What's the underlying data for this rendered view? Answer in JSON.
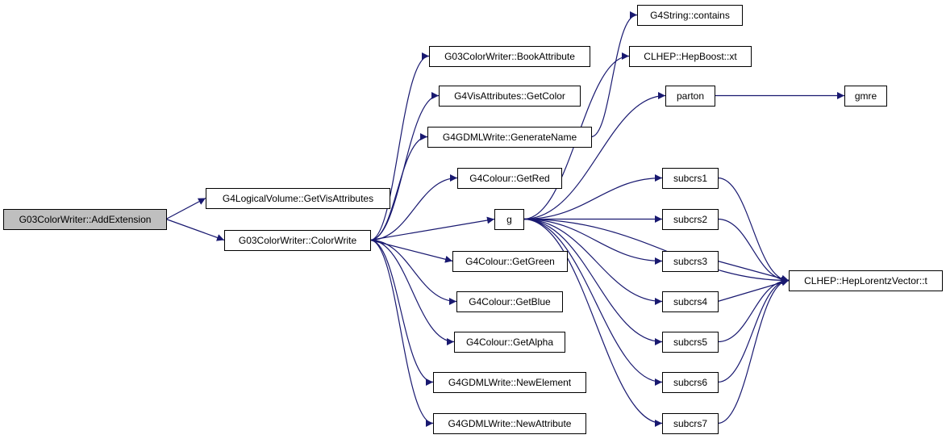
{
  "colors": {
    "edge": "#191970",
    "node_fill": "#ffffff",
    "root_fill": "#bfbfbf",
    "border": "#000000",
    "text": "#000000"
  },
  "nodes": [
    {
      "id": "root",
      "label": "G03ColorWriter::AddExtension",
      "root": true
    },
    {
      "id": "getvis",
      "label": "G4LogicalVolume::GetVisAttributes"
    },
    {
      "id": "colorwrite",
      "label": "G03ColorWriter::ColorWrite"
    },
    {
      "id": "book",
      "label": "G03ColorWriter::BookAttribute"
    },
    {
      "id": "getcolor",
      "label": "G4VisAttributes::GetColor"
    },
    {
      "id": "genname",
      "label": "G4GDMLWrite::GenerateName"
    },
    {
      "id": "getred",
      "label": "G4Colour::GetRed"
    },
    {
      "id": "g",
      "label": "g"
    },
    {
      "id": "getgreen",
      "label": "G4Colour::GetGreen"
    },
    {
      "id": "getblue",
      "label": "G4Colour::GetBlue"
    },
    {
      "id": "getalpha",
      "label": "G4Colour::GetAlpha"
    },
    {
      "id": "newelem",
      "label": "G4GDMLWrite::NewElement"
    },
    {
      "id": "newattr",
      "label": "G4GDMLWrite::NewAttribute"
    },
    {
      "id": "contains",
      "label": "G4String::contains"
    },
    {
      "id": "xt",
      "label": "CLHEP::HepBoost::xt"
    },
    {
      "id": "parton",
      "label": "parton"
    },
    {
      "id": "gmre",
      "label": "gmre"
    },
    {
      "id": "subcrs1",
      "label": "subcrs1"
    },
    {
      "id": "subcrs2",
      "label": "subcrs2"
    },
    {
      "id": "subcrs3",
      "label": "subcrs3"
    },
    {
      "id": "subcrs4",
      "label": "subcrs4"
    },
    {
      "id": "subcrs5",
      "label": "subcrs5"
    },
    {
      "id": "subcrs6",
      "label": "subcrs6"
    },
    {
      "id": "subcrs7",
      "label": "subcrs7"
    },
    {
      "id": "lorentz",
      "label": "CLHEP::HepLorentzVector::t"
    }
  ],
  "edges": [
    {
      "from": "root",
      "to": "getvis"
    },
    {
      "from": "root",
      "to": "colorwrite"
    },
    {
      "from": "colorwrite",
      "to": "book"
    },
    {
      "from": "colorwrite",
      "to": "getcolor"
    },
    {
      "from": "colorwrite",
      "to": "genname"
    },
    {
      "from": "colorwrite",
      "to": "getred"
    },
    {
      "from": "colorwrite",
      "to": "g"
    },
    {
      "from": "colorwrite",
      "to": "getgreen"
    },
    {
      "from": "colorwrite",
      "to": "getblue"
    },
    {
      "from": "colorwrite",
      "to": "getalpha"
    },
    {
      "from": "colorwrite",
      "to": "newelem"
    },
    {
      "from": "colorwrite",
      "to": "newattr"
    },
    {
      "from": "genname",
      "to": "contains"
    },
    {
      "from": "g",
      "to": "xt"
    },
    {
      "from": "g",
      "to": "parton"
    },
    {
      "from": "g",
      "to": "lorentz"
    },
    {
      "from": "g",
      "to": "subcrs1"
    },
    {
      "from": "g",
      "to": "subcrs2"
    },
    {
      "from": "g",
      "to": "subcrs3"
    },
    {
      "from": "g",
      "to": "subcrs4"
    },
    {
      "from": "g",
      "to": "subcrs5"
    },
    {
      "from": "g",
      "to": "subcrs6"
    },
    {
      "from": "g",
      "to": "subcrs7"
    },
    {
      "from": "parton",
      "to": "gmre"
    },
    {
      "from": "subcrs1",
      "to": "lorentz"
    },
    {
      "from": "subcrs2",
      "to": "lorentz"
    },
    {
      "from": "subcrs3",
      "to": "lorentz"
    },
    {
      "from": "subcrs4",
      "to": "lorentz"
    },
    {
      "from": "subcrs5",
      "to": "lorentz"
    },
    {
      "from": "subcrs6",
      "to": "lorentz"
    },
    {
      "from": "subcrs7",
      "to": "lorentz"
    }
  ]
}
